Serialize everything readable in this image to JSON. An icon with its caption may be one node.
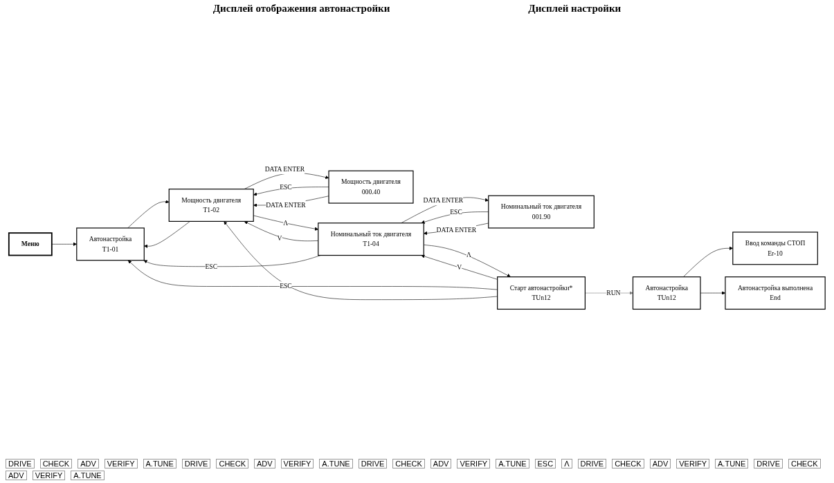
{
  "diagram": {
    "nodes": [
      {
        "text": [
          "Меню"
        ]
      },
      {
        "text": [
          "Автонастройка",
          "T1-01"
        ]
      },
      {
        "text": [
          "Мощность двигателя",
          "T1-02"
        ]
      },
      {
        "text": [
          "Мощность двигателя",
          "000.40"
        ]
      },
      {
        "text": [
          "Номинальный ток двигателя",
          "T1-04"
        ]
      },
      {
        "text": [
          "Номинальный ток двигателя",
          "001.90"
        ]
      },
      {
        "text": [
          "Старт автонастройки*",
          "TUn12"
        ]
      },
      {
        "text": [
          "Автонастройка",
          "TUn12"
        ]
      },
      {
        "text": [
          "Ввод команды СТОП",
          "Er-10"
        ]
      },
      {
        "text": [
          "Автонастройка выполнена",
          "End"
        ]
      }
    ],
    "edges": [
      {
        "from": 0,
        "to": 1,
        "arrow": "to"
      },
      {
        "from": 1,
        "to": 2,
        "arrow": "to"
      },
      {
        "from": 2,
        "to": 1,
        "arrow": "to"
      },
      {
        "from": 2,
        "to": 3,
        "arrow": "to",
        "label": "DATA ENTER"
      },
      {
        "from": 3,
        "to": 2,
        "arrow": "to",
        "label": "ESC"
      },
      {
        "from": 3,
        "to": 2,
        "arrow": "to",
        "label": "DATA ENTER"
      },
      {
        "from": 2,
        "to": 4,
        "arrow": "to",
        "label": "Λ"
      },
      {
        "from": 4,
        "to": 2,
        "arrow": "to",
        "label": "V"
      },
      {
        "from": 4,
        "to": 5,
        "arrow": "to",
        "label": "DATA ENTER"
      },
      {
        "from": 5,
        "to": 4,
        "arrow": "to",
        "label": "ESC"
      },
      {
        "from": 5,
        "to": 4,
        "arrow": "to",
        "label": "DATA ENTER"
      },
      {
        "from": 4,
        "to": 6,
        "arrow": "to",
        "label": "Λ"
      },
      {
        "from": 6,
        "to": 4,
        "arrow": "to",
        "label": "V"
      },
      {
        "from": 4,
        "to": 1,
        "arrow": "to",
        "label": "ESC"
      },
      {
        "from": 6,
        "to": 1,
        "arrow": "to",
        "label": "ESC"
      },
      {
        "from": 6,
        "to": 2,
        "arrow": "to"
      },
      {
        "from": 6,
        "to": 7,
        "arrow": "to",
        "label": "RUN",
        "color": "#808080"
      },
      {
        "from": 7,
        "to": 8,
        "arrow": "to"
      },
      {
        "from": 7,
        "to": 9,
        "arrow": "to"
      }
    ],
    "labels": [
      "Дисплей отображения автонастройки",
      "Дисплей настройки",
      "DRIVE",
      "CHECK",
      "ADV",
      "VERIFY",
      "A.TUNE",
      "DRIVE",
      "CHECK",
      "ADV",
      "VERIFY",
      "A.TUNE",
      "DRIVE",
      "CHECK",
      "ADV",
      "VERIFY",
      "A.TUNE",
      "ESC",
      "Λ",
      "DRIVE",
      "CHECK",
      "ADV",
      "VERIFY",
      "A.TUNE",
      "DRIVE",
      "CHECK",
      "ADV",
      "VERIFY",
      "A.TUNE"
    ]
  }
}
